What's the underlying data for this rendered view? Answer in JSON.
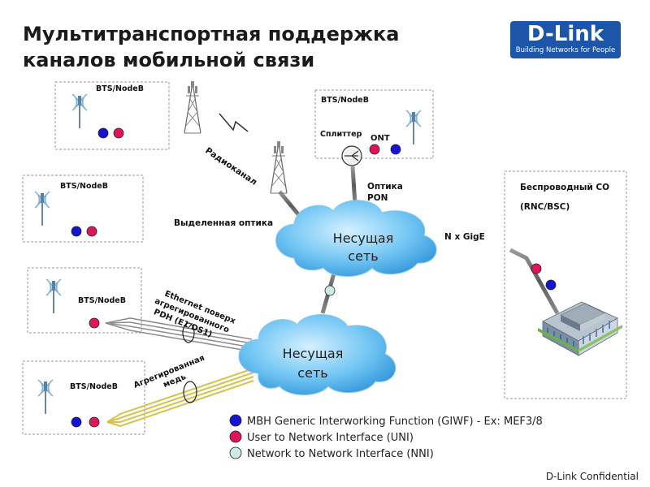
{
  "header": {
    "title_line1": "Мультитранспортная поддержка",
    "title_line2": "каналов мобильной связи",
    "logo": {
      "name": "D-Link",
      "tagline": "Building Networks for People",
      "color": "#1d56a8"
    }
  },
  "diagram": {
    "sites": {
      "bts1": "BTS/NodeB",
      "bts2": "BTS/NodeB",
      "bts3": "BTS/NodeB",
      "bts4": "BTS/NodeB",
      "bts5": "BTS/NodeB"
    },
    "splitter": "Сплиттер",
    "ont": "ONT",
    "clouds": {
      "upper": [
        "Несущая",
        "сеть"
      ],
      "lower": [
        "Несущая",
        "сеть"
      ]
    },
    "links": {
      "radio": "Радиоканал",
      "dedicated_fiber": "Выделенная оптика",
      "optical_pon": [
        "Оптика",
        "PON"
      ],
      "gige": "N x GigE",
      "ethernet_pdh": [
        "Ethernet поверх",
        "агрегированного",
        "PDH (E1/DS1)"
      ],
      "copper": [
        "Агрегированная",
        "медь"
      ]
    },
    "co": {
      "line1": "Беспроводный CO",
      "line2": "(RNC/BSC)"
    }
  },
  "legend": [
    {
      "label": "MBH Generic Interworking Function (GIWF) - Ex: MEF3/8",
      "color": "#1414d2"
    },
    {
      "label": "User to Network Interface (UNI)",
      "color": "#e0145a"
    },
    {
      "label": "Network to Network Interface (NNI)",
      "color": "#cfe9e6"
    }
  ],
  "footer": "D-Link Confidential"
}
